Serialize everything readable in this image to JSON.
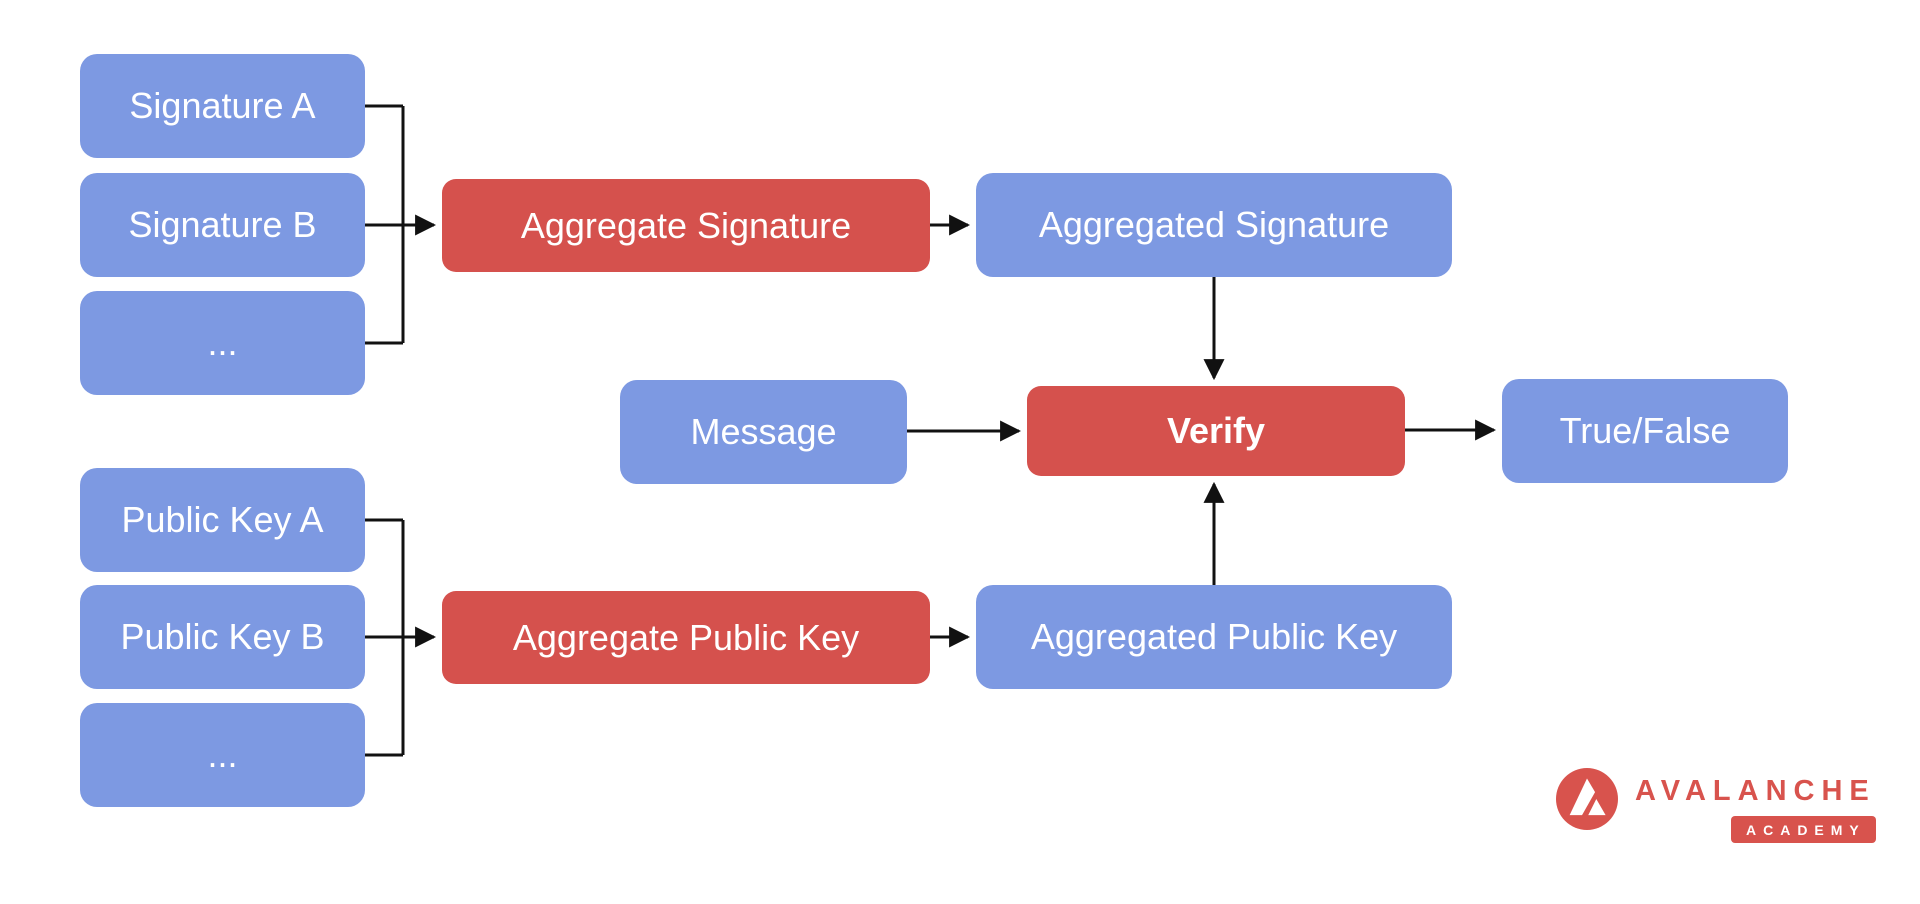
{
  "diagram": {
    "title_implied": "BLS signature aggregation and verification flow",
    "nodes": {
      "signature_a": "Signature A",
      "signature_b": "Signature B",
      "dots_top": "...",
      "aggregate_signature": "Aggregate Signature",
      "aggregated_signature": "Aggregated Signature",
      "message": "Message",
      "verify": "Verify",
      "true_false": "True/False",
      "public_key_a": "Public Key A",
      "public_key_b": "Public Key B",
      "dots_bottom": "...",
      "aggregate_public_key": "Aggregate Public Key",
      "aggregated_public_key": "Aggregated Public Key"
    },
    "colors": {
      "input_output_box": "#7d99e2",
      "operation_box": "#d5514d",
      "arrow": "#111111",
      "box_text": "#ffffff",
      "logo_red": "#d8534d",
      "background": "#ffffff"
    }
  },
  "logo": {
    "brand": "AVALANCHE",
    "sub": "ACADEMY"
  }
}
